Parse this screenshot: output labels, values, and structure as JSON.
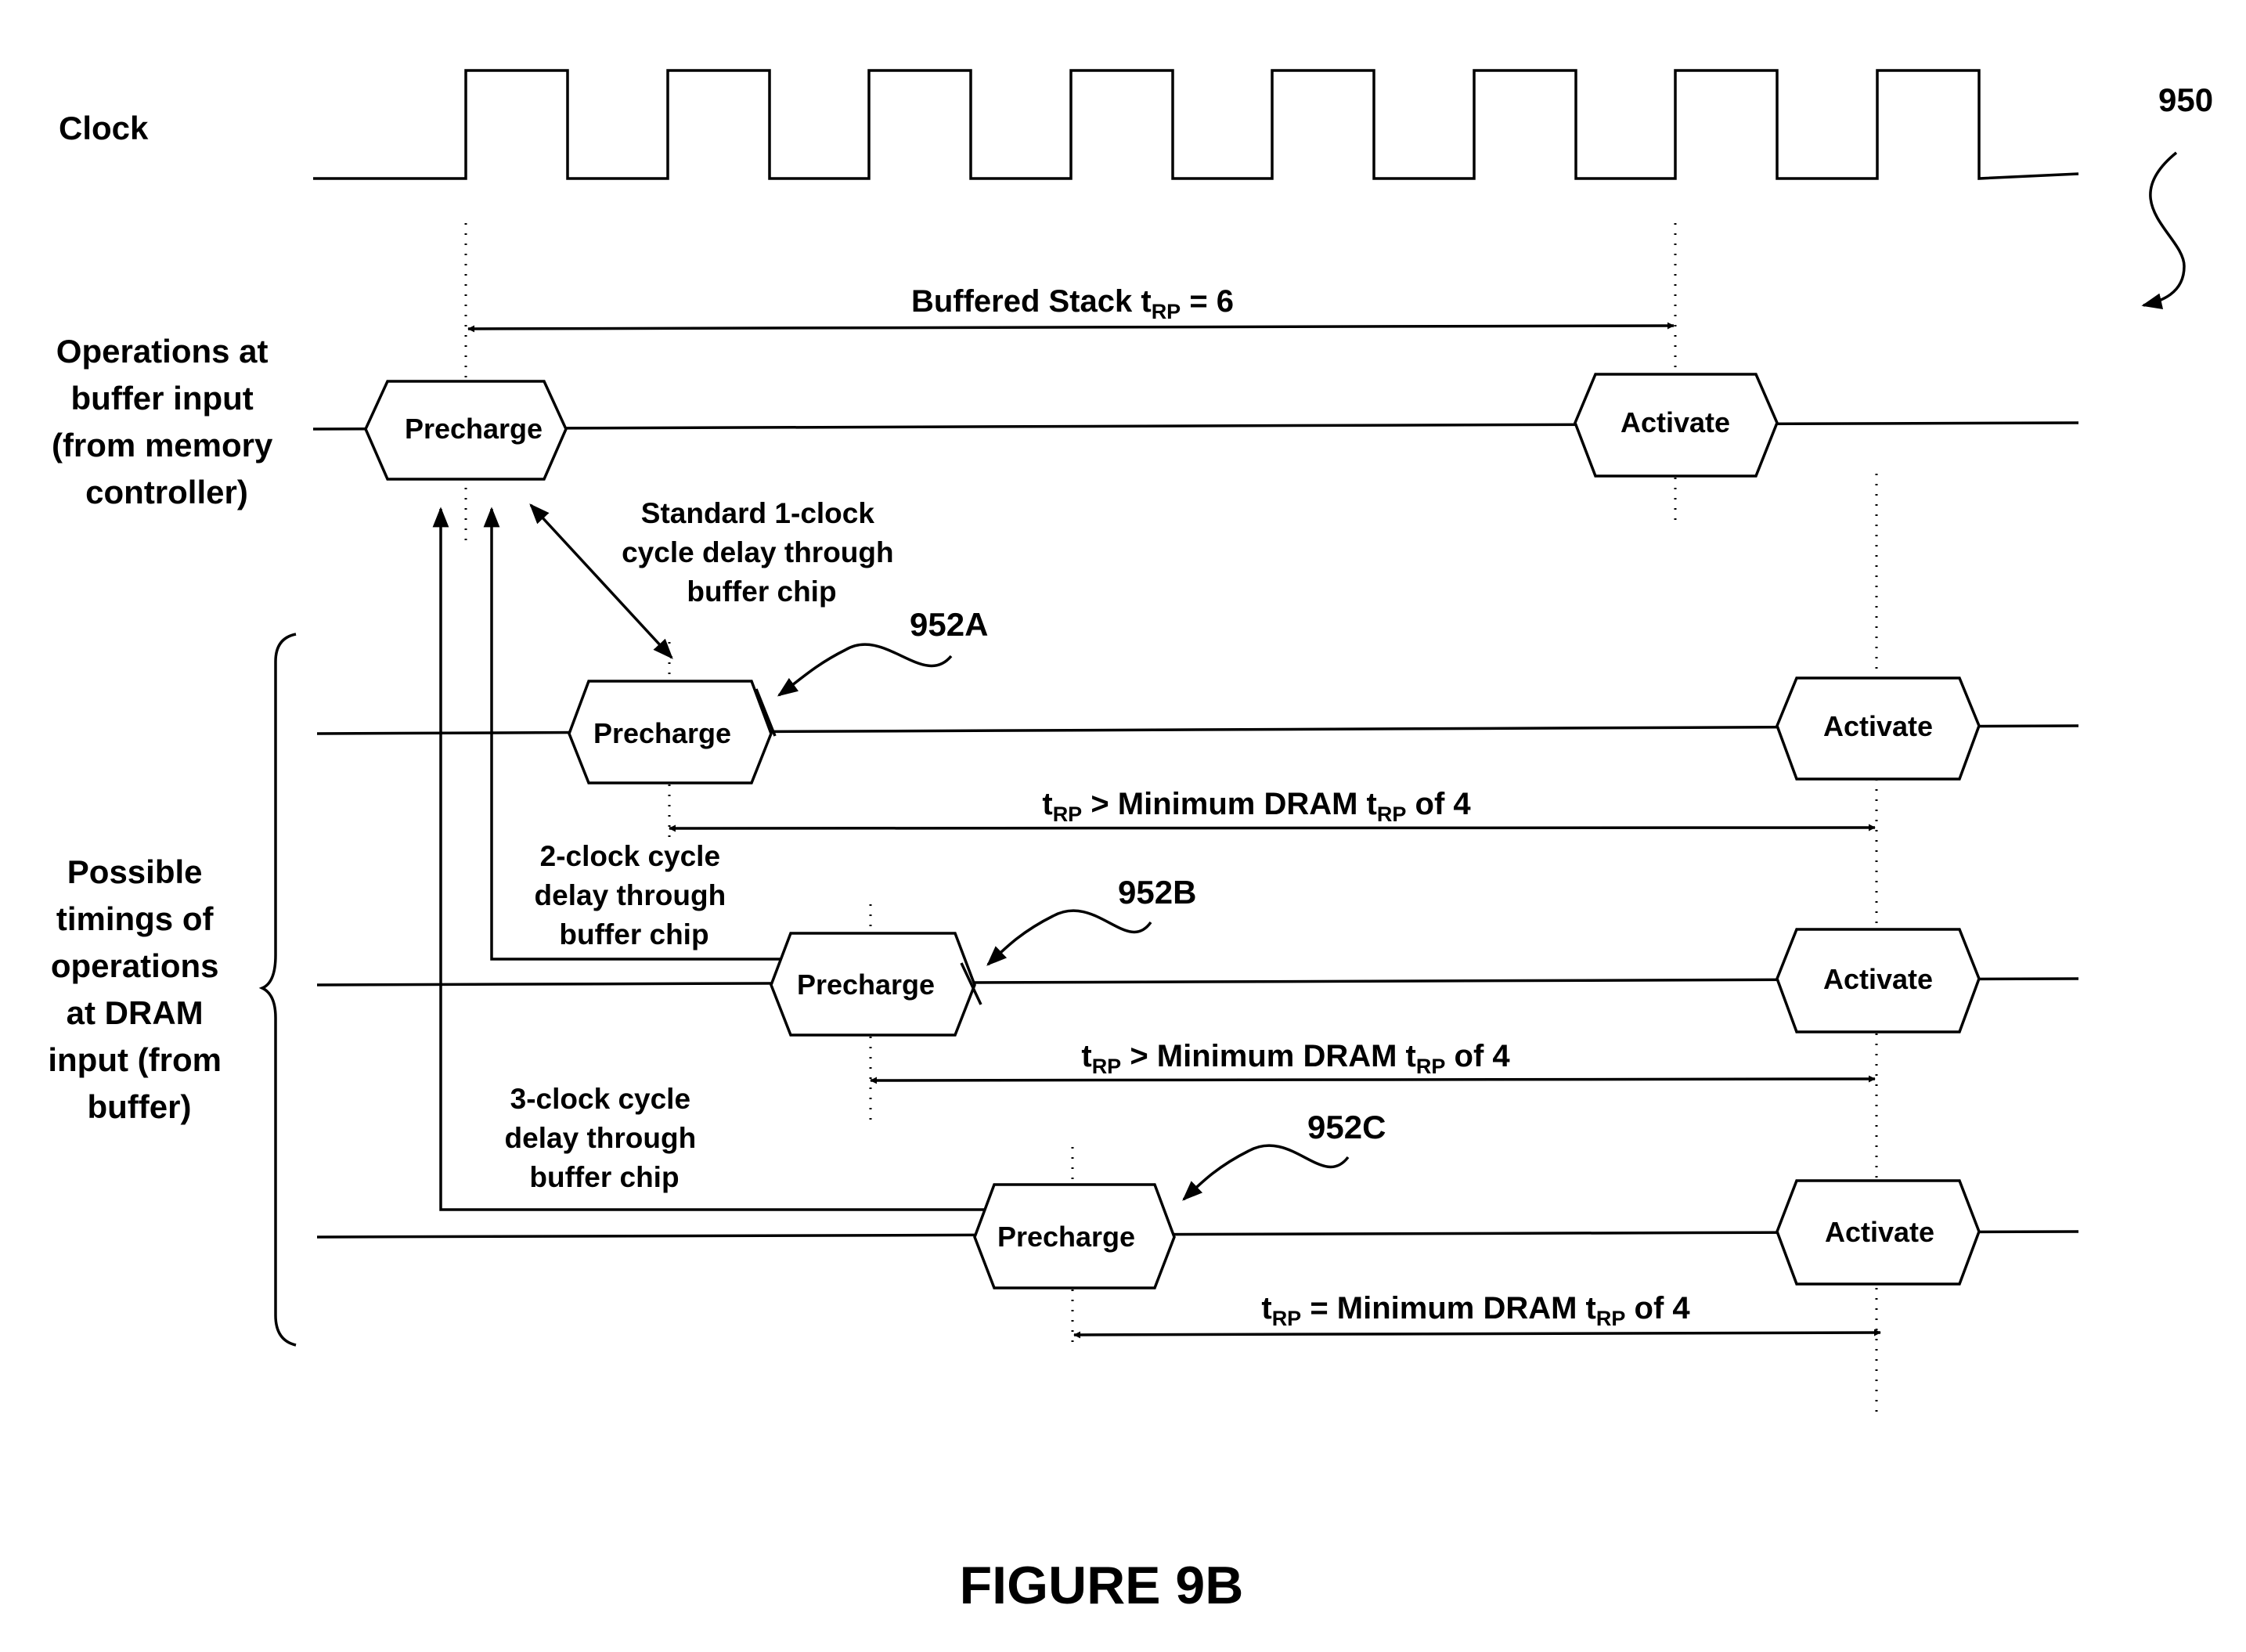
{
  "figure": {
    "ref_number": "950",
    "caption": "FIGURE 9B"
  },
  "labels": {
    "clock": "Clock",
    "buffer_input": [
      "Operations at",
      "buffer input",
      "(from memory",
      "controller)"
    ],
    "dram_input": [
      "Possible",
      "timings of",
      "operations",
      "at DRAM",
      "input (from",
      "buffer)"
    ]
  },
  "operations": {
    "precharge": "Precharge",
    "activate": "Activate"
  },
  "timing_labels": {
    "buffered": {
      "pre": "Buffered Stack t",
      "sub": "RP",
      "post": " = 6"
    },
    "row_a": {
      "pre": "t",
      "sub": "RP",
      "mid": " > Minimum DRAM t",
      "sub2": "RP",
      "post": " of 4"
    },
    "row_b": {
      "pre": "t",
      "sub": "RP",
      "mid": " > Minimum DRAM t",
      "sub2": "RP",
      "post": " of 4"
    },
    "row_c": {
      "pre": "t",
      "sub": "RP",
      "mid": " = Minimum DRAM t",
      "sub2": "RP",
      "post": " of 4"
    }
  },
  "delay_notes": {
    "one_clock": [
      "Standard 1-clock",
      "cycle delay through",
      "buffer chip"
    ],
    "two_clock": [
      "2-clock cycle",
      "delay through",
      "buffer chip"
    ],
    "three_clock": [
      "3-clock cycle",
      "delay through",
      "buffer chip"
    ]
  },
  "row_refs": {
    "a": "952A",
    "b": "952B",
    "c": "952C"
  }
}
